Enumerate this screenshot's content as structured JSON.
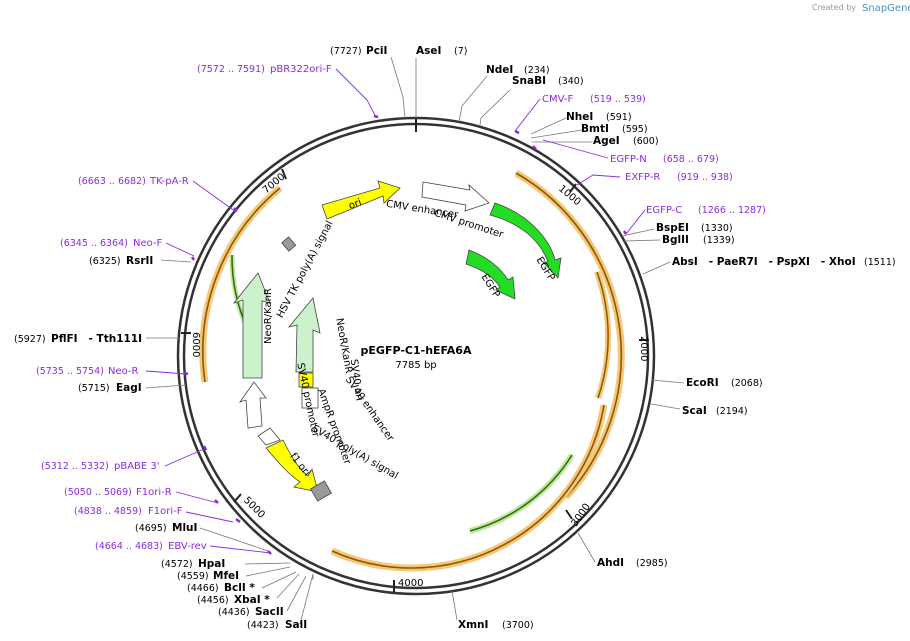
{
  "credit": {
    "created_by": "Created by",
    "brand": "SnapGene"
  },
  "plasmid": {
    "name": "pEGFP-C1-hEFA6A",
    "length_label": "7785 bp"
  },
  "ticks": [
    "1000",
    "2000",
    "3000",
    "4000",
    "5000",
    "6000",
    "7000"
  ],
  "enzymes": [
    {
      "name": "PciI",
      "pos": "(7727)"
    },
    {
      "name": "AseI",
      "pos": "(7)"
    },
    {
      "name": "NdeI",
      "pos": "(234)"
    },
    {
      "name": "SnaBI",
      "pos": "(340)"
    },
    {
      "name": "NheI",
      "pos": "(591)"
    },
    {
      "name": "BmtI",
      "pos": "(595)"
    },
    {
      "name": "AgeI",
      "pos": "(600)"
    },
    {
      "name": "BspEI",
      "pos": "(1330)"
    },
    {
      "name": "BglII",
      "pos": "(1339)"
    },
    {
      "name": "AbsI   - PaeR7I   - PspXI   - XhoI",
      "pos": "(1511)"
    },
    {
      "name": "EcoRI",
      "pos": "(2068)"
    },
    {
      "name": "ScaI",
      "pos": "(2194)"
    },
    {
      "name": "AhdI",
      "pos": "(2985)"
    },
    {
      "name": "XmnI",
      "pos": "(3700)"
    },
    {
      "name": "SalI",
      "pos": "(4423)"
    },
    {
      "name": "SacII",
      "pos": "(4436)"
    },
    {
      "name": "XbaI *",
      "pos": "(4456)"
    },
    {
      "name": "BclI *",
      "pos": "(4466)"
    },
    {
      "name": "MfeI",
      "pos": "(4559)"
    },
    {
      "name": "HpaI",
      "pos": "(4572)"
    },
    {
      "name": "MluI",
      "pos": "(4695)"
    },
    {
      "name": "EagI",
      "pos": "(5715)"
    },
    {
      "name": "PflFI   - Tth111I",
      "pos": "(5927)"
    },
    {
      "name": "RsrII",
      "pos": "(6325)"
    }
  ],
  "primers": [
    {
      "name": "pBR322ori-F",
      "range": "(7572 .. 7591)"
    },
    {
      "name": "CMV-F",
      "range": "(519 .. 539)"
    },
    {
      "name": "EGFP-N",
      "range": "(658 .. 679)"
    },
    {
      "name": "EXFP-R",
      "range": "(919 .. 938)"
    },
    {
      "name": "EGFP-C",
      "range": "(1266 .. 1287)"
    },
    {
      "name": "TK-pA-R",
      "range": "(6663 .. 6682)"
    },
    {
      "name": "Neo-F",
      "range": "(6345 .. 6364)"
    },
    {
      "name": "Neo-R",
      "range": "(5735 .. 5754)"
    },
    {
      "name": "pBABE 3'",
      "range": "(5312 .. 5332)"
    },
    {
      "name": "F1ori-R",
      "range": "(5050 .. 5069)"
    },
    {
      "name": "F1ori-F",
      "range": "(4838 .. 4859)"
    },
    {
      "name": "EBV-rev",
      "range": "(4664 .. 4683)"
    }
  ],
  "features": [
    {
      "label": "ori",
      "color": "#ffff00"
    },
    {
      "label": "CMV enhancer",
      "color": "#ffffff"
    },
    {
      "label": "CMV promoter",
      "color": "#ffffff"
    },
    {
      "label": "EGFP",
      "color": "#22dd22"
    },
    {
      "label": "EGFP",
      "color": "#22dd22"
    },
    {
      "label": "HSV TK poly(A) signal",
      "color": "#999999"
    },
    {
      "label": "NeoR/KanR",
      "color": "#ccf2cc"
    },
    {
      "label": "NeoR/KanR",
      "color": "#ccf2cc"
    },
    {
      "label": "SV40 promoter",
      "color": "#ffffff"
    },
    {
      "label": "AmpR promoter",
      "color": "#ffffff"
    },
    {
      "label": "SV40 ori",
      "color": "#ffff00"
    },
    {
      "label": "SV40 enhancer",
      "color": "#ffffff"
    },
    {
      "label": "SV40 poly(A) signal",
      "color": "#999999"
    },
    {
      "label": "f1 ori",
      "color": "#ffff00"
    }
  ],
  "colors": {
    "primer": "#8a2be2",
    "orf_glow": "#f6c77a",
    "orf_line": "#a06a00",
    "backbone": "#333333"
  }
}
